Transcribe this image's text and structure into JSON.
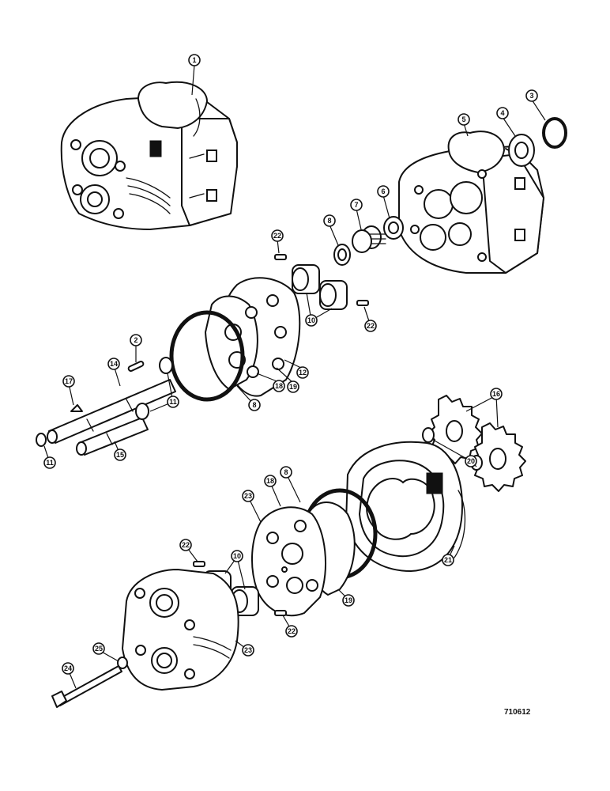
{
  "figure_ref": "710612",
  "callouts": [
    {
      "n": "1"
    },
    {
      "n": "3"
    },
    {
      "n": "4"
    },
    {
      "n": "5"
    },
    {
      "n": "6"
    },
    {
      "n": "7"
    },
    {
      "n": "8"
    },
    {
      "n": "22"
    },
    {
      "n": "10"
    },
    {
      "n": "22"
    },
    {
      "n": "8"
    },
    {
      "n": "18"
    },
    {
      "n": "19"
    },
    {
      "n": "12"
    },
    {
      "n": "2"
    },
    {
      "n": "14"
    },
    {
      "n": "17"
    },
    {
      "n": "11"
    },
    {
      "n": "11"
    },
    {
      "n": "15"
    },
    {
      "n": "16"
    },
    {
      "n": "20"
    },
    {
      "n": "8"
    },
    {
      "n": "18"
    },
    {
      "n": "23"
    },
    {
      "n": "21"
    },
    {
      "n": "22"
    },
    {
      "n": "10"
    },
    {
      "n": "19"
    },
    {
      "n": "22"
    },
    {
      "n": "23"
    },
    {
      "n": "25"
    },
    {
      "n": "24"
    }
  ]
}
